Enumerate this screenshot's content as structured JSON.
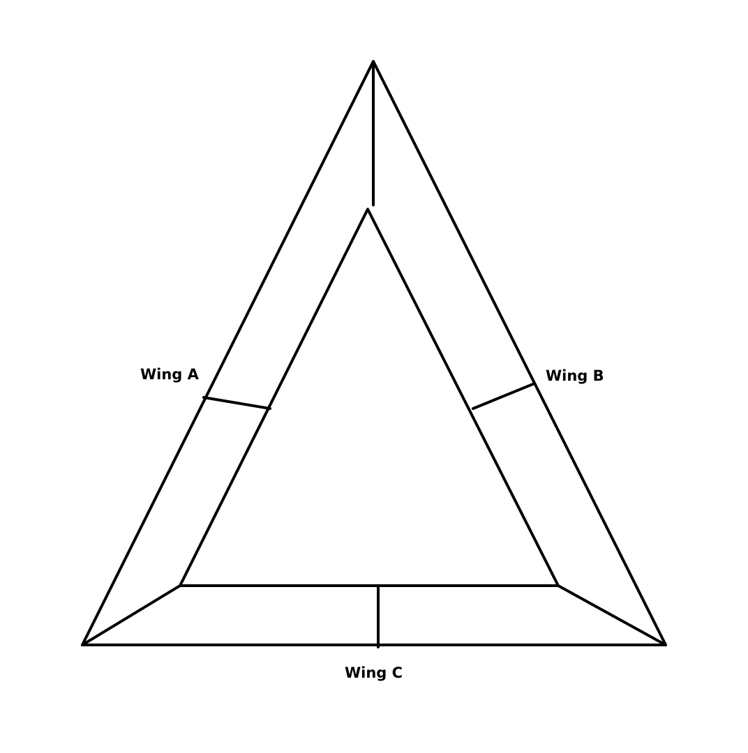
{
  "diagram": {
    "labels": {
      "wing_a": "Wing A",
      "wing_b": "Wing B",
      "wing_c": "Wing C"
    },
    "colors": {
      "line": "#000000",
      "text": "#000000",
      "background": "#ffffff"
    }
  }
}
